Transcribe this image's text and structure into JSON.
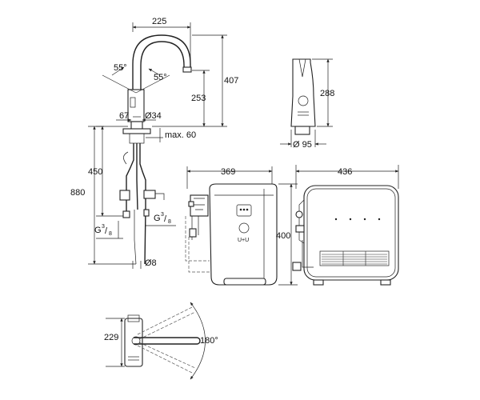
{
  "faucet_front": {
    "width": "225",
    "height_total": "407",
    "height_spout": "253",
    "angle_left": "55°",
    "angle_right": "55°",
    "spout_offset": "67",
    "hole_diameter": "Ø34",
    "max_thickness": "max. 60",
    "depth_450": "450",
    "depth_880": "880",
    "thread_left_g": "G",
    "thread_left_num": "3",
    "thread_left_den": "8",
    "thread_right_g": "G",
    "thread_right_num": "3",
    "thread_right_den": "8",
    "hose_diameter": "Ø8"
  },
  "faucet_side": {
    "height": "288",
    "diameter": "Ø 95"
  },
  "boiler": {
    "width": "369",
    "height": "400",
    "logo_text": "U+U"
  },
  "filter_unit": {
    "width": "436"
  },
  "faucet_top": {
    "depth": "229",
    "rotation": "180°"
  }
}
